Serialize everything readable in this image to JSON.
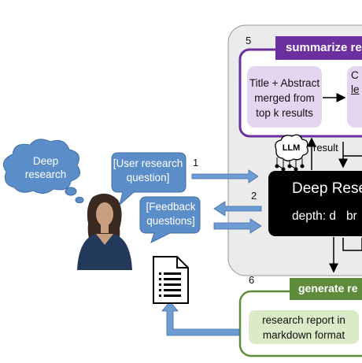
{
  "user_thought": "Deep research",
  "callouts": {
    "user_question": "[User research question]",
    "feedback": "[Feedback questions]"
  },
  "step_numbers": [
    "1",
    "2",
    "5",
    "6"
  ],
  "summarize_panel": {
    "header": "summarize rese",
    "merge_box": "Title + Abstract merged from top k results",
    "cut_box_fragment": "le",
    "cut_box_top_fragment": "C"
  },
  "llm_badge": "LLM",
  "result_label": "result",
  "core_box": {
    "title": "Deep Rese",
    "params": "depth: d   br"
  },
  "generate_panel": {
    "header": "generate re",
    "output_box": "research report in markdown format"
  },
  "colors": {
    "purple": "#6b2fa0",
    "purple_light": "#e6d5f0",
    "green": "#5e8c3a",
    "green_light": "#dcebc7",
    "blue": "#5b8ec9",
    "blue_arrow": "#6e9bd1",
    "panel_gray": "#ebebeb",
    "core_black": "#000000"
  },
  "icons": [
    "thought-cloud-icon",
    "person-icon",
    "document-icon",
    "llm-network-icon"
  ]
}
